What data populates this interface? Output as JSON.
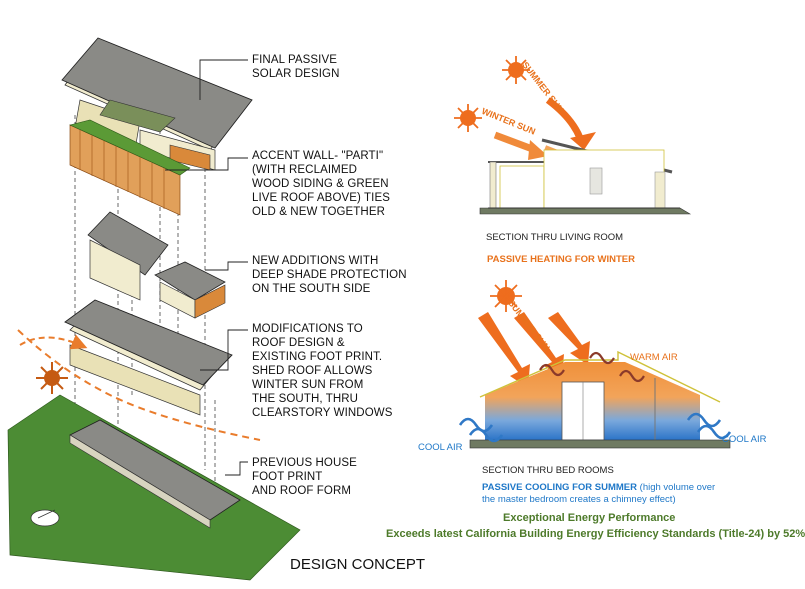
{
  "callouts": {
    "final": [
      "FINAL PASSIVE",
      "SOLAR DESIGN"
    ],
    "accent": [
      "ACCENT WALL- \"PARTI\"",
      "(WITH RECLAIMED",
      "WOOD SIDING & GREEN",
      "LIVE ROOF ABOVE) TIES",
      "OLD & NEW  TOGETHER"
    ],
    "additions": [
      "NEW ADDITIONS WITH",
      "DEEP SHADE PROTECTION",
      "ON THE SOUTH SIDE"
    ],
    "modifications": [
      "MODIFICATIONS TO",
      "ROOF DESIGN &",
      "EXISTING FOOT PRINT.",
      "SHED ROOF ALLOWS",
      "WINTER SUN FROM",
      "THE SOUTH, THRU",
      "CLEARSTORY WINDOWS"
    ],
    "previous": [
      "PREVIOUS HOUSE",
      "FOOT PRINT",
      "AND ROOF FORM"
    ]
  },
  "section_top": {
    "summer_sun": "SUMMER SUN",
    "winter_sun": "WINTER SUN",
    "caption": "SECTION THRU LIVING ROOM",
    "subcaption": "PASSIVE HEATING FOR WINTER"
  },
  "section_bottom": {
    "summer_sun": "SUMMER SUN",
    "warm_air": "WARM AIR",
    "cool_air_left": "COOL AIR",
    "cool_air_right": "COOL AIR",
    "caption": "SECTION THRU BED ROOMS",
    "subcaption_lead": "PASSIVE COOLING FOR SUMMER",
    "subcaption_rest": " (high volume over",
    "subcaption_line2": "the master bedroom creates a chimney effect)"
  },
  "footer": {
    "energy_title": "Exceptional Energy Performance",
    "energy_detail": "Exceeds latest California Building Energy Efficiency Standards (Title-24) by 52%",
    "design_concept": "DESIGN CONCEPT"
  },
  "colors": {
    "roof": "#8a8a86",
    "wall": "#f1eccf",
    "wood": "#d9893a",
    "grass": "#4c8c34",
    "sun": "#ee6d1e",
    "warm": "#f08a3a",
    "cool": "#2f78c6",
    "leader": "#222222"
  }
}
